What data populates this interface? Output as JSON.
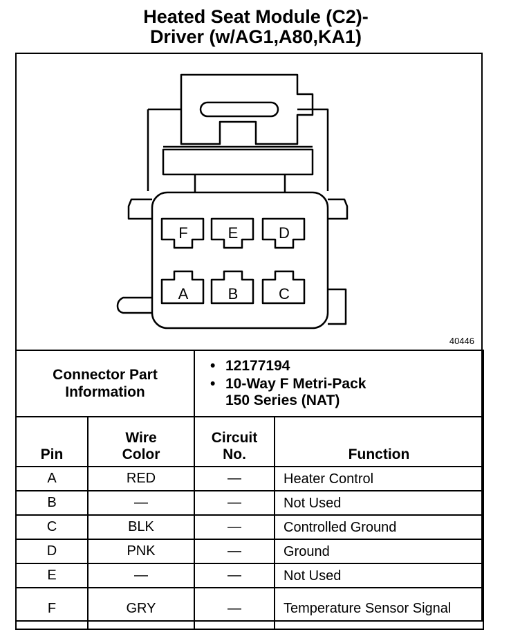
{
  "title": {
    "line1": "Heated Seat Module (C2)-",
    "line2": "Driver (w/AG1,A80,KA1)"
  },
  "figure_id": "40446",
  "connector": {
    "label_line1": "Connector Part",
    "label_line2": "Information",
    "items": [
      "12177194",
      "10-Way F Metri-Pack",
      "150 Series (NAT)"
    ]
  },
  "cavities": {
    "top": [
      "F",
      "E",
      "D"
    ],
    "bottom": [
      "A",
      "B",
      "C"
    ]
  },
  "table": {
    "headers": {
      "pin": "Pin",
      "wire_line1": "Wire",
      "wire_line2": "Color",
      "circuit_line1": "Circuit",
      "circuit_line2": "No.",
      "function": "Function"
    },
    "rows": [
      {
        "pin": "A",
        "wire": "RED",
        "circuit": "—",
        "function": "Heater Control"
      },
      {
        "pin": "B",
        "wire": "—",
        "circuit": "—",
        "function": "Not Used"
      },
      {
        "pin": "C",
        "wire": "BLK",
        "circuit": "—",
        "function": "Controlled Ground"
      },
      {
        "pin": "D",
        "wire": "PNK",
        "circuit": "—",
        "function": "Ground"
      },
      {
        "pin": "E",
        "wire": "—",
        "circuit": "—",
        "function": "Not Used"
      },
      {
        "pin": "F",
        "wire": "GRY",
        "circuit": "—",
        "function": "Temperature Sensor Signal"
      }
    ]
  }
}
